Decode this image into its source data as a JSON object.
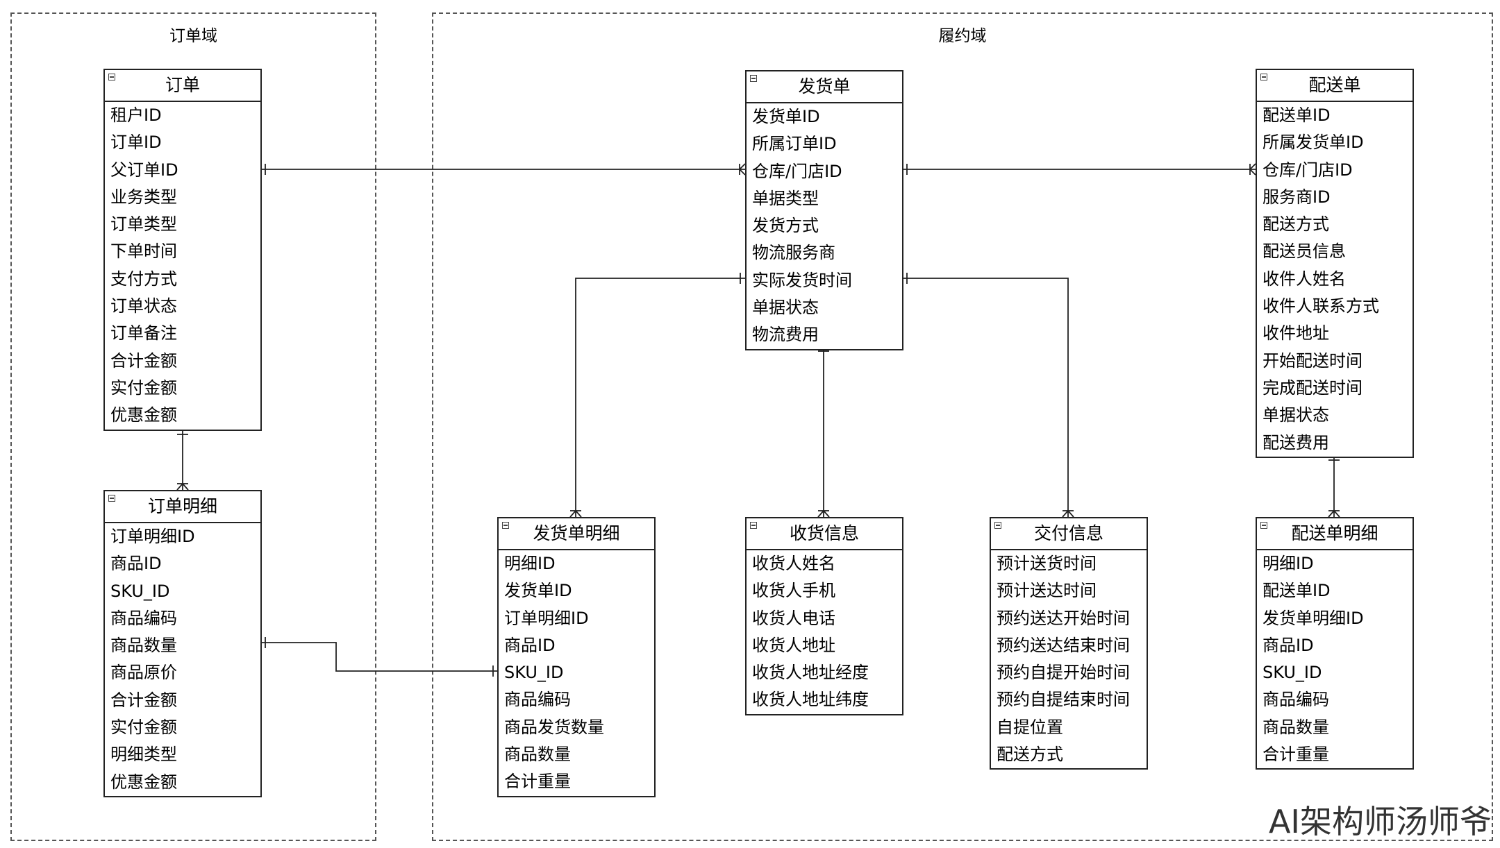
{
  "domains": {
    "order": {
      "title": "订单域"
    },
    "fulfillment": {
      "title": "履约域"
    }
  },
  "entities": {
    "order": {
      "title": "订单",
      "fields": [
        "租户ID",
        "订单ID",
        "父订单ID",
        "业务类型",
        "订单类型",
        "下单时间",
        "支付方式",
        "订单状态",
        "订单备注",
        "合计金额",
        "实付金额",
        "优惠金额"
      ]
    },
    "order_detail": {
      "title": "订单明细",
      "fields": [
        "订单明细ID",
        "商品ID",
        "SKU_ID",
        "商品编码",
        "商品数量",
        "商品原价",
        "合计金额",
        "实付金额",
        "明细类型",
        "优惠金额"
      ]
    },
    "shipment": {
      "title": "发货单",
      "fields": [
        "发货单ID",
        "所属订单ID",
        "仓库/门店ID",
        "单据类型",
        "发货方式",
        "物流服务商",
        "实际发货时间",
        "单据状态",
        "物流费用"
      ]
    },
    "shipment_detail": {
      "title": "发货单明细",
      "fields": [
        "明细ID",
        "发货单ID",
        "订单明细ID",
        "商品ID",
        "SKU_ID",
        "商品编码",
        "商品发货数量",
        "商品数量",
        "合计重量"
      ]
    },
    "receiver": {
      "title": "收货信息",
      "fields": [
        "收货人姓名",
        "收货人手机",
        "收货人电话",
        "收货人地址",
        "收货人地址经度",
        "收货人地址纬度"
      ]
    },
    "delivery_info": {
      "title": "交付信息",
      "fields": [
        "预计送货时间",
        "预计送达时间",
        "预约送达开始时间",
        "预约送达结束时间",
        "预约自提开始时间",
        "预约自提结束时间",
        "自提位置",
        "配送方式"
      ]
    },
    "delivery": {
      "title": "配送单",
      "fields": [
        "配送单ID",
        "所属发货单ID",
        "仓库/门店ID",
        "服务商ID",
        "配送方式",
        "配送员信息",
        "收件人姓名",
        "收件人联系方式",
        "收件地址",
        "开始配送时间",
        "完成配送时间",
        "单据状态",
        "配送费用"
      ]
    },
    "delivery_detail": {
      "title": "配送单明细",
      "fields": [
        "明细ID",
        "配送单ID",
        "发货单明细ID",
        "商品ID",
        "SKU_ID",
        "商品编码",
        "商品数量",
        "合计重量"
      ]
    }
  },
  "relationships": [
    {
      "from": "order",
      "to": "shipment",
      "kind": "one-to-many"
    },
    {
      "from": "order",
      "to": "order_detail",
      "kind": "one-to-many"
    },
    {
      "from": "order_detail",
      "to": "shipment_detail",
      "kind": "one-to-one"
    },
    {
      "from": "shipment",
      "to": "delivery",
      "kind": "one-to-many"
    },
    {
      "from": "shipment",
      "to": "shipment_detail",
      "kind": "one-to-many"
    },
    {
      "from": "shipment",
      "to": "receiver",
      "kind": "one-to-many"
    },
    {
      "from": "shipment",
      "to": "delivery_info",
      "kind": "one-to-many"
    },
    {
      "from": "delivery",
      "to": "delivery_detail",
      "kind": "one-to-many"
    }
  ],
  "watermark": "AI架构师汤师爷"
}
